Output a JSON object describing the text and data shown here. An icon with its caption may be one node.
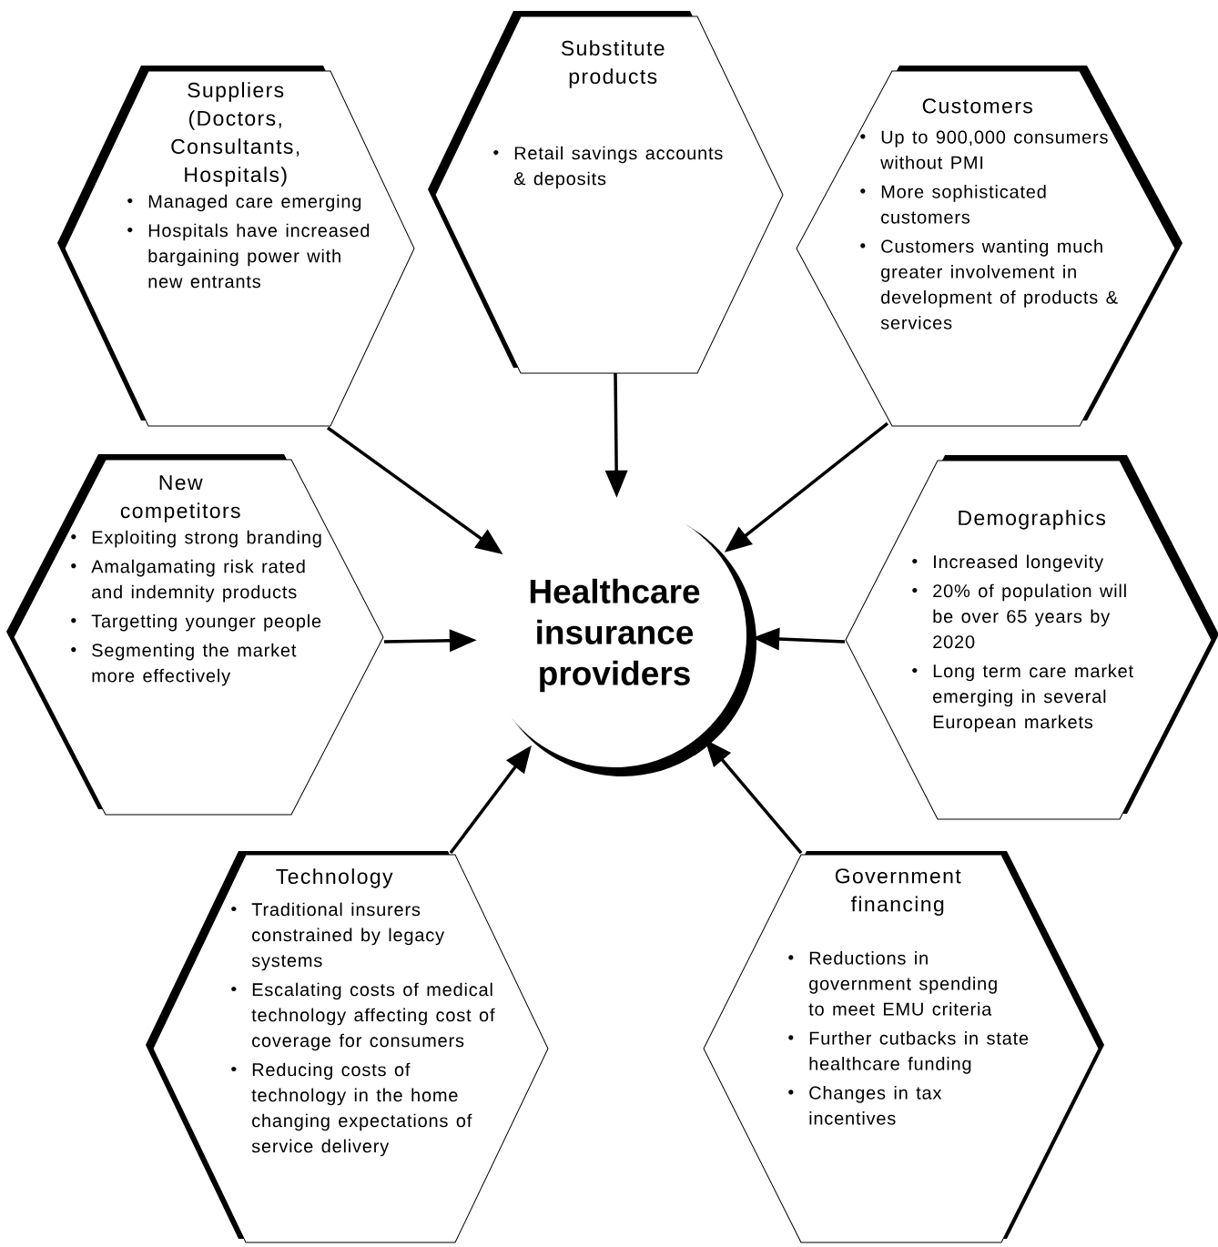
{
  "diagram": {
    "nodes": [
      {
        "text": [
          "Suppliers (Doctors, Consultants, Hospitals)",
          "Managed care emerging",
          "Hospitals have increased bargaining power with new entrants"
        ]
      },
      {
        "text": [
          "Substitute products",
          "Retail savings accounts & deposits"
        ]
      },
      {
        "text": [
          "Customers",
          "Up to 900,000 consumers without PMI",
          "More sophisticated customers",
          "Customers wanting much greater involvement in development of products & services"
        ]
      },
      {
        "text": [
          "New competitors",
          "Exploiting strong branding",
          "Amalgamating risk rated and indemnity products",
          "Targetting younger people",
          "Segmenting the market more effectively"
        ]
      },
      {
        "text": [
          "Demographics",
          "Increased longevity",
          "20% of population will be over 65 years by 2020",
          "Long term care market emerging in several  European markets"
        ]
      },
      {
        "text": [
          "Technology",
          "Traditional insurers constrained by legacy systems",
          "Escalating costs of medical technology affecting cost  of coverage for consumers",
          "Reducing costs of technology in the home changing expectations of service delivery"
        ]
      },
      {
        "text": [
          "Government financing",
          "Reductions in government spending to meet EMU criteria",
          "Further cutbacks in state healthcare funding",
          "Changes in tax incentives"
        ]
      },
      {
        "text": [
          "Healthcare insurance providers"
        ]
      }
    ],
    "edges": [
      {
        "from": 0,
        "to": 7,
        "arrow": "to"
      },
      {
        "from": 1,
        "to": 7,
        "arrow": "to"
      },
      {
        "from": 2,
        "to": 7,
        "arrow": "to"
      },
      {
        "from": 3,
        "to": 7,
        "arrow": "to"
      },
      {
        "from": 4,
        "to": 7,
        "arrow": "to"
      },
      {
        "from": 5,
        "to": 7,
        "arrow": "to"
      },
      {
        "from": 6,
        "to": 7,
        "arrow": "to"
      }
    ]
  }
}
